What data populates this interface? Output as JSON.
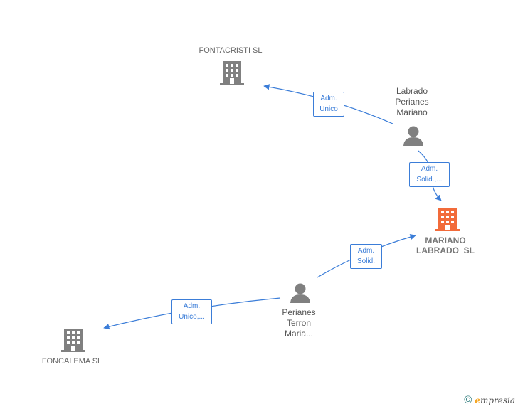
{
  "colors": {
    "edge": "#3b7dd8",
    "node_gray": "#808080",
    "node_highlight": "#f26b3a"
  },
  "nodes": {
    "fontacristi": {
      "label": "FONTACRISTI SL",
      "icon": "building-icon"
    },
    "labrado": {
      "line1": "Labrado",
      "line2": "Perianes",
      "line3": "Mariano",
      "icon": "person-icon"
    },
    "mariano": {
      "line1": "MARIANO",
      "line2": "LABRADO  SL",
      "icon": "building-icon"
    },
    "perianes": {
      "line1": "Perianes",
      "line2": "Terron",
      "line3": "Maria...",
      "icon": "person-icon"
    },
    "foncalema": {
      "label": "FONCALEMA SL",
      "icon": "building-icon"
    }
  },
  "edges": {
    "e1": {
      "line1": "Adm.",
      "line2": "Unico"
    },
    "e2": {
      "line1": "Adm.",
      "line2": "Solid.,..."
    },
    "e3": {
      "line1": "Adm.",
      "line2": "Solid."
    },
    "e4": {
      "line1": "Adm.",
      "line2": "Unico,..."
    }
  },
  "footer": {
    "copyright": "©",
    "brand_first": "e",
    "brand_rest": "mpresia"
  }
}
